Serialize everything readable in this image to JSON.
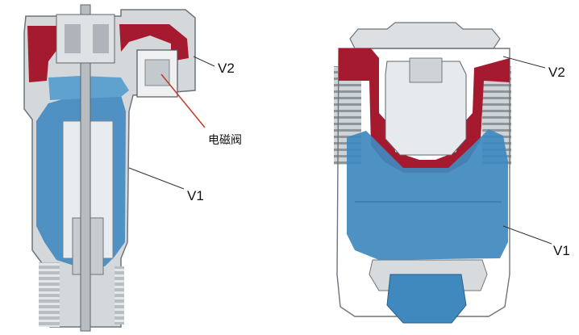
{
  "labels": {
    "left_v2": "V2",
    "solenoid": "电磁阀",
    "left_v1": "V1",
    "right_v2": "V2",
    "right_v1": "V1"
  },
  "colors": {
    "chamber_v1": "#3f89bf",
    "chamber_v2": "#a51a2e",
    "housing": "#c9cdd1",
    "background": "#ffffff",
    "leader_line_solenoid": "#c0392b"
  }
}
